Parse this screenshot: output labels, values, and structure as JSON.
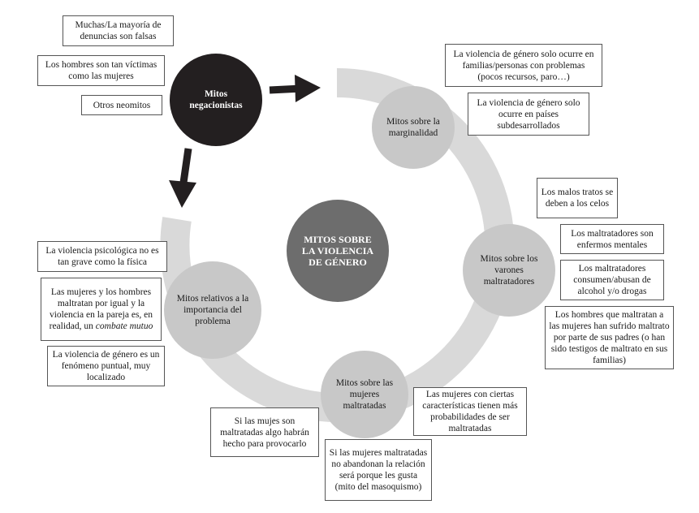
{
  "center": {
    "title": "MITOS SOBRE LA VIOLENCIA DE GÉNERO"
  },
  "nodes": {
    "negacionistas": "Mitos negacionistas",
    "marginalidad": "Mitos sobre la marginalidad",
    "varones": "Mitos sobre los varones maltratadores",
    "mujeres": "Mitos sobre las mujeres maltratadas",
    "importancia": "Mitos relativos a la importancia del problema"
  },
  "boxes": {
    "negacionistas": [
      "Muchas/La mayoría de denuncias son falsas",
      "Los hombres son tan víctimas como las mujeres",
      "Otros neomitos"
    ],
    "marginalidad": [
      "La violencia de género solo ocurre en familias/personas con problemas (pocos recursos, paro…)",
      "La violencia de género solo ocurre en países subdesarrollados"
    ],
    "varones": [
      "Los malos tratos se deben a los celos",
      "Los maltratadores son enfermos mentales",
      "Los maltratadores consumen/abusan de alcohol y/o drogas",
      "Los hombres que maltratan a las mujeres han sufrido maltrato por parte de sus padres (o han sido testigos de maltrato en sus familias)"
    ],
    "mujeres": [
      "Las mujeres con ciertas características tienen más probabilidades de ser maltratadas",
      "Si las mujeres maltratadas no abandonan la relación será porque les gusta (mito del masoquismo)",
      "Si las mujes son maltratadas algo habrán hecho para provocarlo"
    ],
    "importancia": [
      "La violencia psicológica no es tan grave como la física",
      "Las mujeres y los hombres maltratan por igual y la violencia en la pareja es, en realidad, un",
      "La violencia de género es un fenómeno puntual, muy localizado"
    ],
    "importancia_italic": "combate mutuo"
  },
  "colors": {
    "ring": "#d9d9d9",
    "node_light": "#c8c8c8",
    "node_dark": "#231f20",
    "node_center": "#6d6d6d",
    "arrow": "#231f20"
  }
}
